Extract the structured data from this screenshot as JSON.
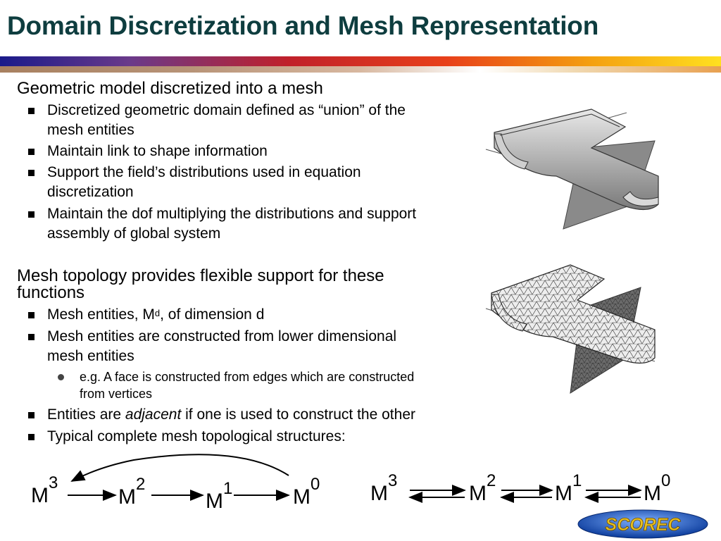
{
  "title": "Domain Discretization and Mesh Representation",
  "sections": [
    {
      "heading": "Geometric model discretized into a mesh",
      "bullets": [
        {
          "lines": [
            "Discretized geometric domain defined as “union” of the",
            "mesh entities"
          ]
        },
        {
          "lines": [
            "Maintain link to shape information"
          ]
        },
        {
          "lines": [
            "Support the field’s distributions used in equation",
            "discretization"
          ]
        },
        {
          "lines": [
            "Maintain the dof multiplying the distributions and support",
            "assembly of global system"
          ]
        }
      ]
    },
    {
      "heading_lines": [
        "Mesh topology provides flexible support for these",
        "functions"
      ],
      "bullet_mesh_entities": {
        "prefix": "Mesh entities, M",
        "sup": "d",
        "suffix": ", of dimension d"
      },
      "bullet_constructed": {
        "lines": [
          "Mesh entities are constructed from lower dimensional",
          "mesh entities"
        ]
      },
      "sub_bullet": {
        "lines": [
          "e.g. A face is constructed from edges which are constructed",
          "from vertices"
        ]
      },
      "bullet_adjacent": {
        "prefix": "Entities are ",
        "emphasis": "adjacent",
        "suffix": " if one is used to construct the other"
      },
      "bullet_typical": {
        "lines": [
          "Typical complete mesh topological structures:"
        ]
      }
    }
  ],
  "diagram_left": {
    "nodes": [
      {
        "base": "M",
        "sup": "3"
      },
      {
        "base": "M",
        "sup": "2"
      },
      {
        "base": "M",
        "sup": "1"
      },
      {
        "base": "M",
        "sup": "0"
      }
    ]
  },
  "diagram_right": {
    "nodes": [
      {
        "base": "M",
        "sup": "3"
      },
      {
        "base": "M",
        "sup": "2"
      },
      {
        "base": "M",
        "sup": "1"
      },
      {
        "base": "M",
        "sup": "0"
      }
    ]
  },
  "logo": {
    "text": "SCOREC"
  },
  "colors": {
    "title": "#0e3d3f",
    "logo_blue": "#1a50b0",
    "logo_text": "#e8c020"
  }
}
